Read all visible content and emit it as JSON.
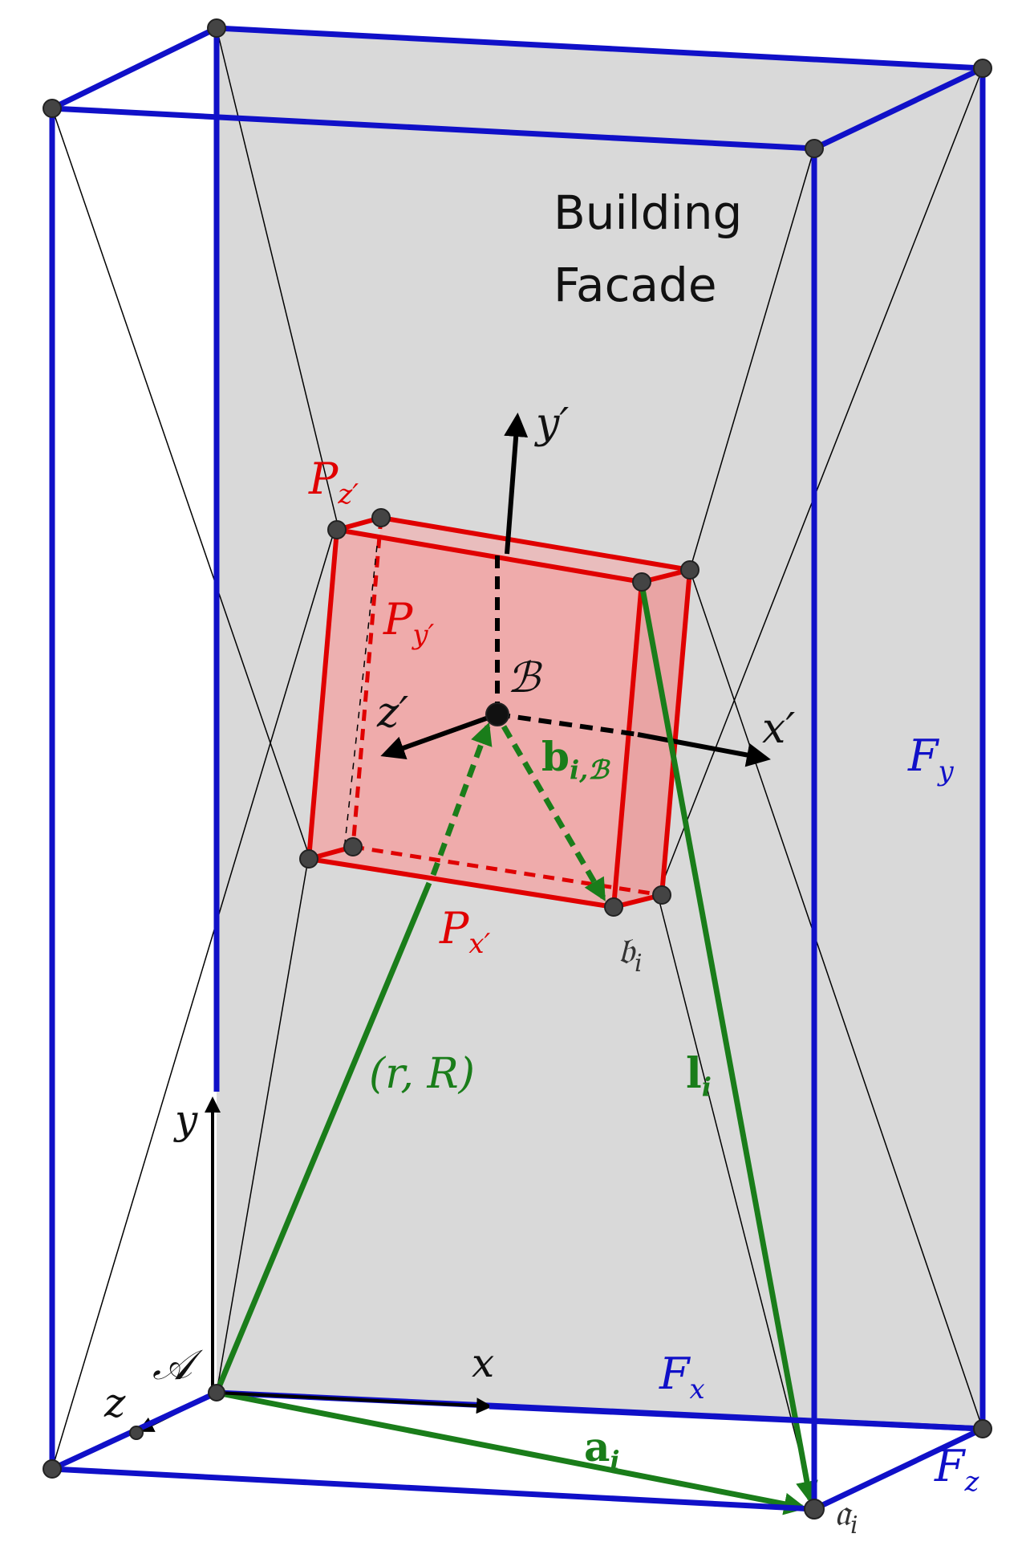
{
  "colors": {
    "frame": "#1010c8",
    "platform": "#e00000",
    "cable": "#1a7d1a",
    "facade": "#d9d9d9",
    "platform_fill": "#f0b0b0",
    "axis": "#000000",
    "vertex": "#444444"
  },
  "labels": {
    "facade_line1": "Building",
    "facade_line2": "Facade",
    "Pz": "P",
    "Pz_sub": "z′",
    "Py": "P",
    "Py_sub": "y′",
    "Px": "P",
    "Px_sub": "x′",
    "B": "ℬ",
    "A": "𝒜",
    "yprime": "y′",
    "xprime": "x′",
    "zprime": "z′",
    "x": "x",
    "y": "y",
    "z": "z",
    "bib": "b",
    "bib_sub": "i,ℬ",
    "bi": "𝔟",
    "bi_sub": "i",
    "ai": "𝔞",
    "ai_sub": "i",
    "rR": "(r, R)",
    "li": "l",
    "li_sub": "i",
    "avec": "a",
    "avec_sub": "i",
    "Fx": "F",
    "Fx_sub": "x",
    "Fy": "F",
    "Fy_sub": "y",
    "Fz": "F",
    "Fz_sub": "z"
  }
}
